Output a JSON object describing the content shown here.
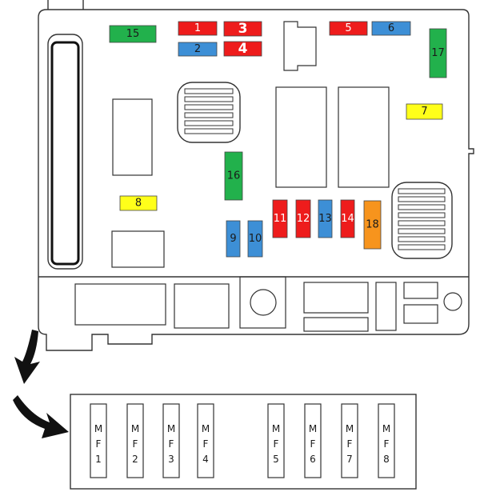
{
  "colors": {
    "red": "#ee1c1c",
    "blue": "#3d8fd6",
    "green": "#22b14c",
    "yellow": "#ffff1a",
    "orange": "#f7941d",
    "outline": "#333333"
  },
  "fuses": [
    {
      "id": "1",
      "label": "1",
      "color": "red",
      "text_color": "#ffffff"
    },
    {
      "id": "2",
      "label": "2",
      "color": "blue",
      "text_color": "#1a1a1a"
    },
    {
      "id": "3",
      "label": "3",
      "color": "red",
      "text_color": "#ffffff"
    },
    {
      "id": "4",
      "label": "4",
      "color": "red",
      "text_color": "#ffffff"
    },
    {
      "id": "5",
      "label": "5",
      "color": "red",
      "text_color": "#ffffff"
    },
    {
      "id": "6",
      "label": "6",
      "color": "blue",
      "text_color": "#1a1a1a"
    },
    {
      "id": "7",
      "label": "7",
      "color": "yellow",
      "text_color": "#1a1a1a"
    },
    {
      "id": "8",
      "label": "8",
      "color": "yellow",
      "text_color": "#1a1a1a"
    },
    {
      "id": "9",
      "label": "9",
      "color": "blue",
      "text_color": "#1a1a1a"
    },
    {
      "id": "10",
      "label": "10",
      "color": "blue",
      "text_color": "#1a1a1a"
    },
    {
      "id": "11",
      "label": "11",
      "color": "red",
      "text_color": "#ffffff"
    },
    {
      "id": "12",
      "label": "12",
      "color": "red",
      "text_color": "#ffffff"
    },
    {
      "id": "13",
      "label": "13",
      "color": "blue",
      "text_color": "#1a1a1a"
    },
    {
      "id": "14",
      "label": "14",
      "color": "red",
      "text_color": "#ffffff"
    },
    {
      "id": "15",
      "label": "15",
      "color": "green",
      "text_color": "#1a1a1a"
    },
    {
      "id": "16",
      "label": "16",
      "color": "green",
      "text_color": "#1a1a1a"
    },
    {
      "id": "17",
      "label": "17",
      "color": "green",
      "text_color": "#1a1a1a"
    },
    {
      "id": "18",
      "label": "18",
      "color": "orange",
      "text_color": "#1a1a1a"
    }
  ],
  "maxi_fuses": [
    {
      "id": "MF1",
      "letters": [
        "M",
        "F",
        "1"
      ]
    },
    {
      "id": "MF2",
      "letters": [
        "M",
        "F",
        "2"
      ]
    },
    {
      "id": "MF3",
      "letters": [
        "M",
        "F",
        "3"
      ]
    },
    {
      "id": "MF4",
      "letters": [
        "M",
        "F",
        "4"
      ]
    },
    {
      "id": "MF5",
      "letters": [
        "M",
        "F",
        "5"
      ]
    },
    {
      "id": "MF6",
      "letters": [
        "M",
        "F",
        "6"
      ]
    },
    {
      "id": "MF7",
      "letters": [
        "M",
        "F",
        "7"
      ]
    },
    {
      "id": "MF8",
      "letters": [
        "M",
        "F",
        "8"
      ]
    }
  ]
}
